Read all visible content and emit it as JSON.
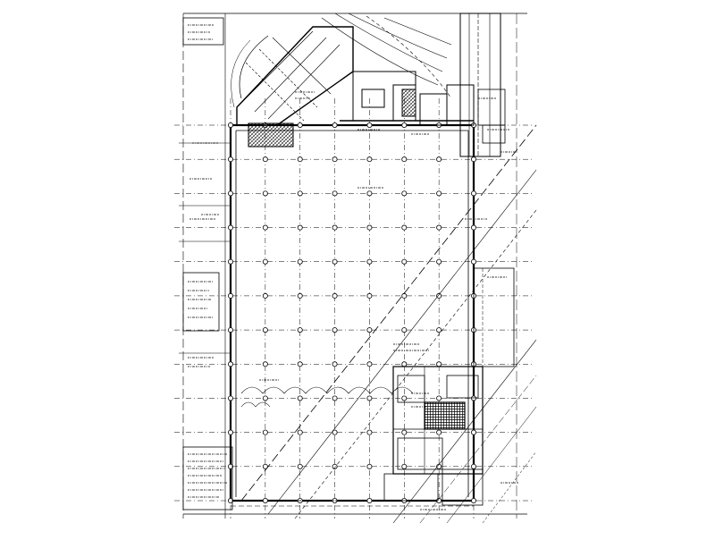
{
  "drawing": {
    "type": "architectural floor plan",
    "orientation": "portrait",
    "line_color": "#000000",
    "background": "#ffffff",
    "column_grid": {
      "bays_horizontal": 7,
      "bays_vertical": 11,
      "column_marker": "circle"
    },
    "notes_text_legible": false
  }
}
